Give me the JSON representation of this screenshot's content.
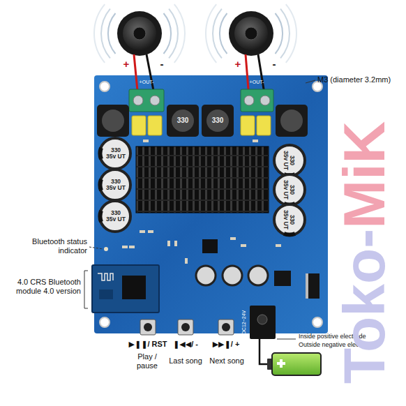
{
  "diagram": {
    "labels": [
      "+",
      "-",
      "+",
      "-",
      "M3 (diameter 3.2mm)",
      "+OUT-",
      "+OUT-",
      "330",
      "330",
      "330 35v UT",
      "330 35v UT",
      "330 35v UT",
      "330 35v UT",
      "330 35v UT",
      "330 35v UT",
      "DC12~24V",
      "Bluetooth status indicator",
      "4.0 CRS Bluetooth module 4.0 version",
      "▶❚❚/ RST",
      "Play / pause",
      "❚◀◀/ -",
      "Last song",
      "▶▶❚/ +",
      "Next song",
      "Inside positive electrode",
      "Outside negative electrode",
      "Toko-",
      "MiK"
    ]
  }
}
